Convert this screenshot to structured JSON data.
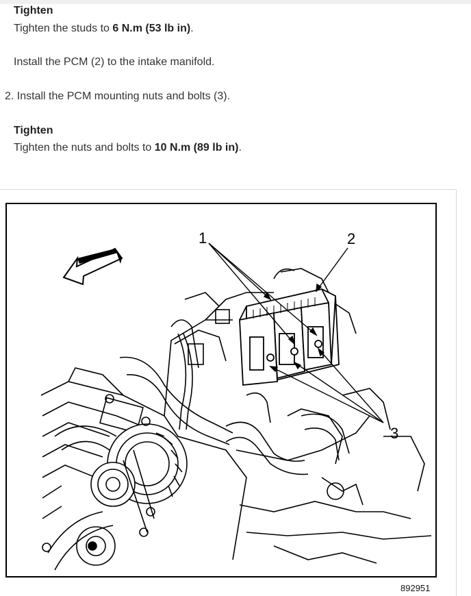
{
  "step_1_tighten": {
    "heading": "Tighten",
    "text_prefix": "Tighten the studs to ",
    "value": "6 N.m (53 lb in)",
    "text_suffix": "."
  },
  "install_pcm_text": "Install the PCM (2) to the intake manifold.",
  "step_2": {
    "text": "2. Install the PCM mounting nuts and bolts (3)."
  },
  "step_2_tighten": {
    "heading": "Tighten",
    "text_prefix": "Tighten the nuts and bolts to ",
    "value": "10 N.m (89 lb in)",
    "text_suffix": "."
  },
  "figure": {
    "callouts": [
      "1",
      "2",
      "3"
    ],
    "figure_number": "892951",
    "arrow_icon": "direction-arrow-icon"
  }
}
